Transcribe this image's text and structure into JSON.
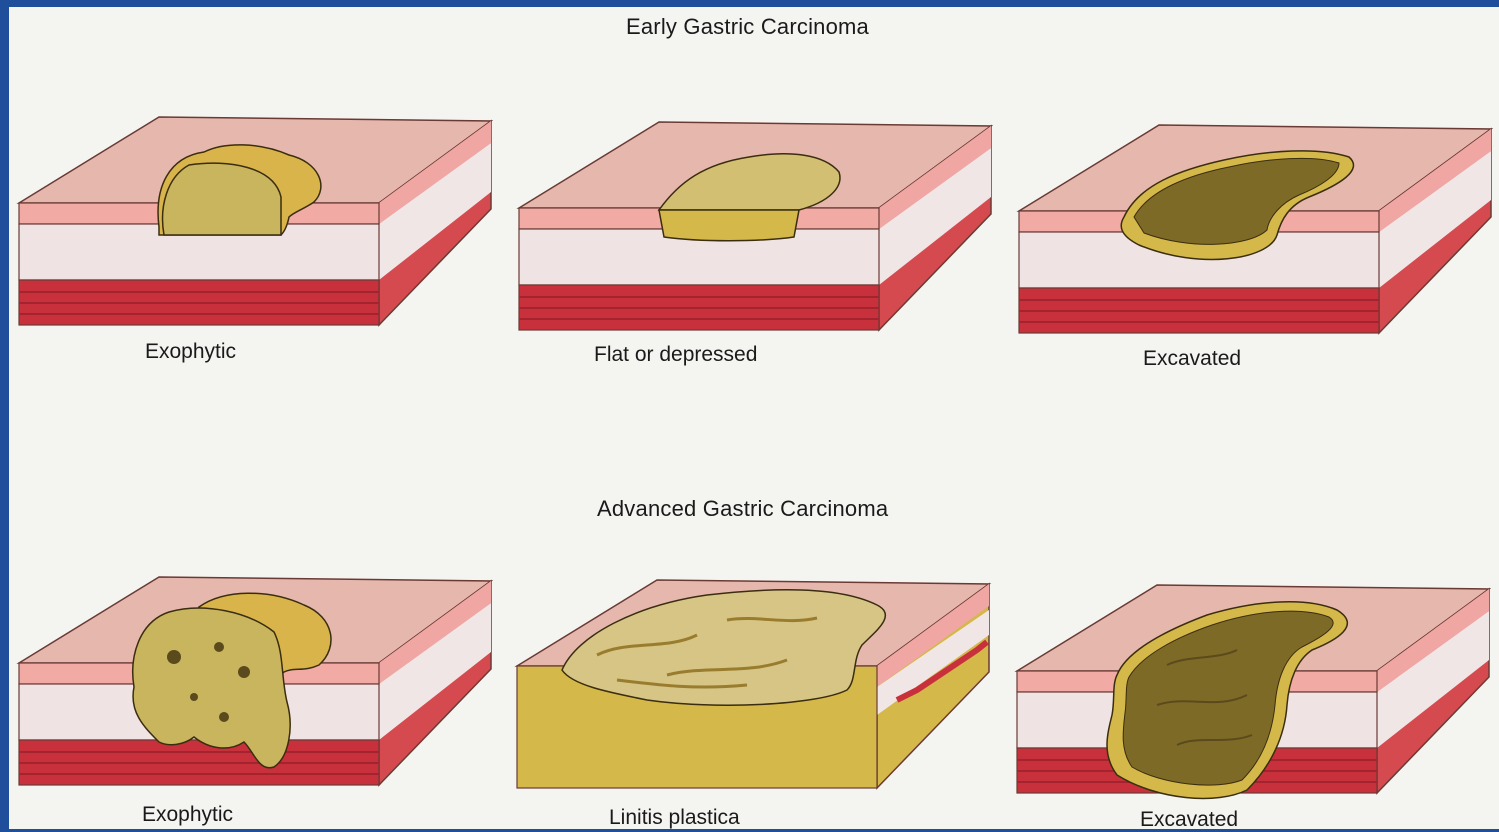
{
  "early": {
    "title": "Early Gastric Carcinoma",
    "labels": [
      "Exophytic",
      "Flat or depressed",
      "Excavated"
    ]
  },
  "advanced": {
    "title": "Advanced Gastric Carcinoma",
    "labels": [
      "Exophytic",
      "Linitis plastica",
      "Excavated"
    ]
  },
  "colors": {
    "background_border": "#1f4f9a",
    "mucosa_top": "#e7b8ad",
    "mucosa_front": "#f2aaa4",
    "submucosa": "#efe3e3",
    "muscularis": "#c8313c",
    "tumor": "#c9b64a",
    "tumor_dark": "#7d6a27"
  }
}
